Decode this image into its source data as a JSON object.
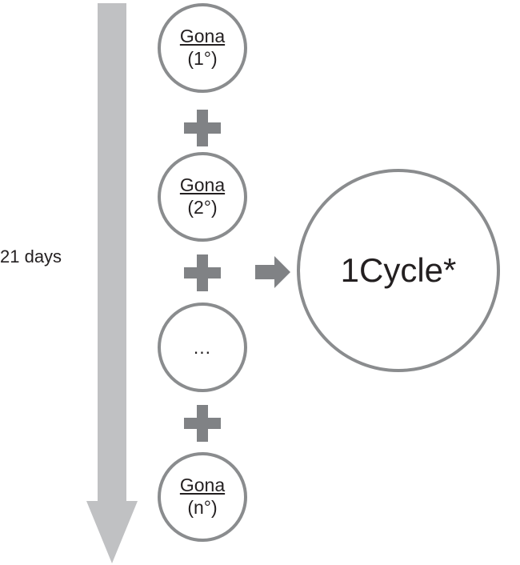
{
  "diagram": {
    "type": "flow-diagram",
    "background_color": "#ffffff",
    "timeline": {
      "label": "21 days",
      "direction": "down",
      "color": "#c0c1c3"
    },
    "inputs": {
      "color": "#8a8c8e",
      "text_color": "#231f20",
      "items": [
        {
          "name": "Gona",
          "order": "(1°)",
          "is_ellipsis": false
        },
        {
          "name": "Gona",
          "order": "(2°)",
          "is_ellipsis": false
        },
        {
          "name": "",
          "order": "...",
          "is_ellipsis": true
        },
        {
          "name": "Gona",
          "order": "(n°)",
          "is_ellipsis": false
        }
      ]
    },
    "operators": {
      "symbol": "plus-sign",
      "color": "#808285",
      "count": 3
    },
    "flow_arrow": {
      "symbol": "arrow-right",
      "color": "#808285"
    },
    "result": {
      "label": "1Cycle*",
      "color": "#8a8c8e",
      "text_color": "#231f20"
    }
  }
}
